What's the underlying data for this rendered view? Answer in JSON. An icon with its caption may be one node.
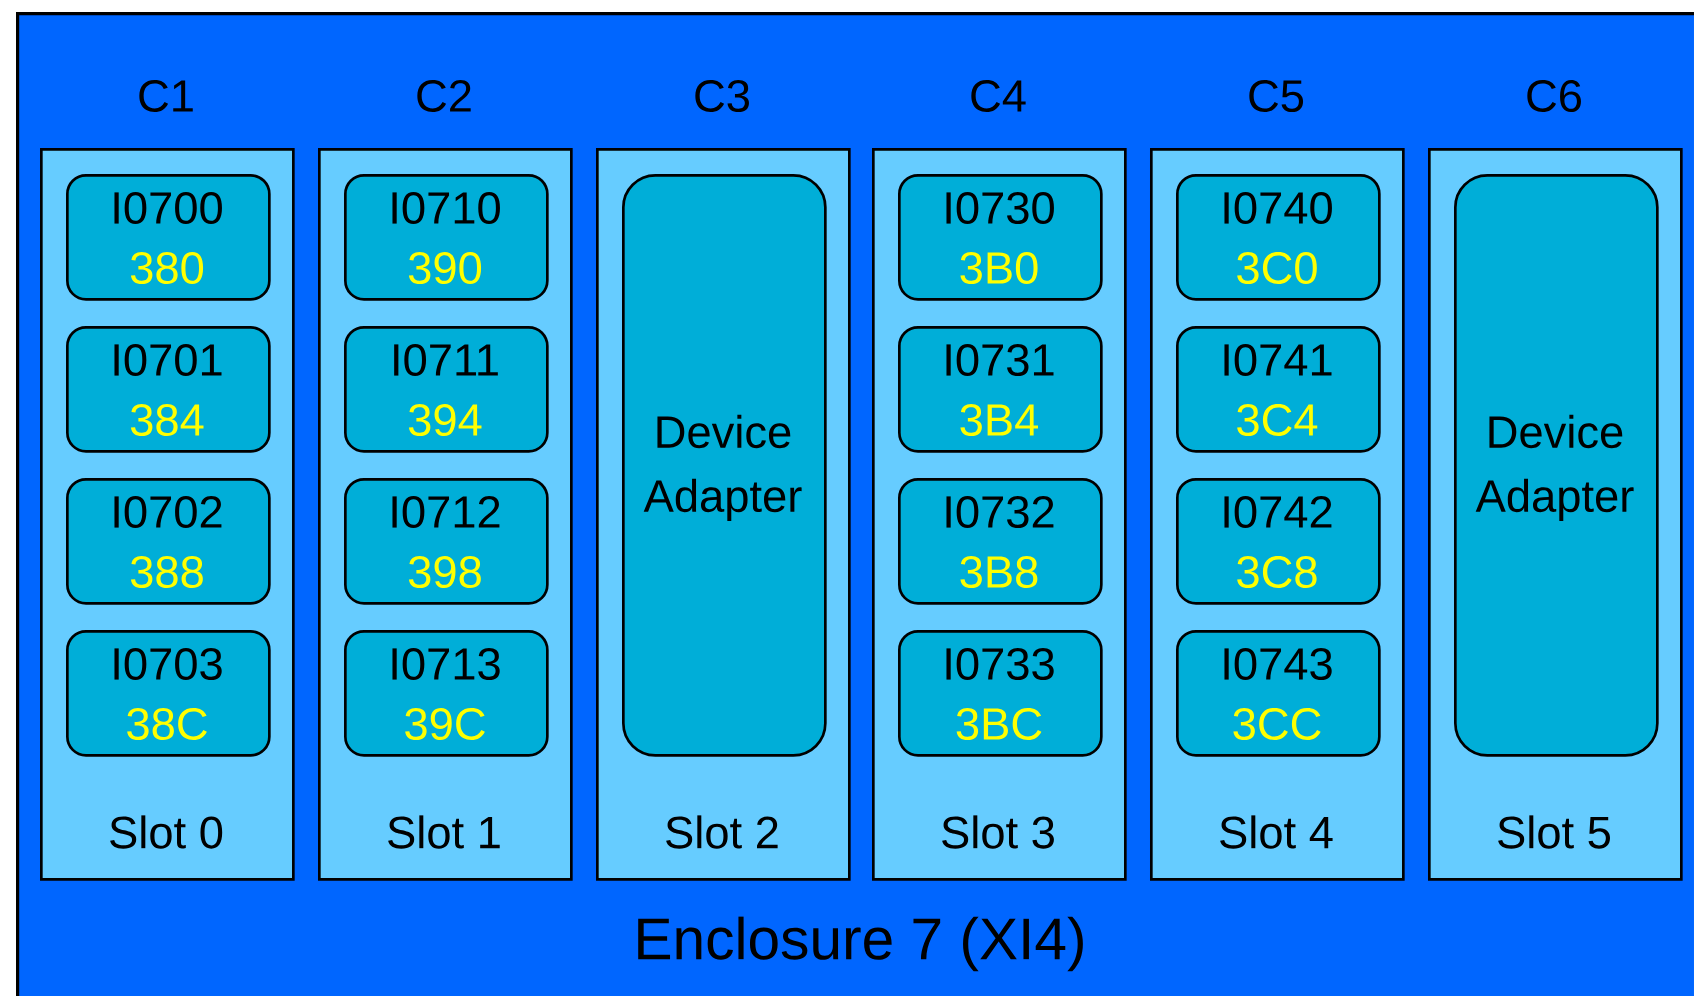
{
  "diagram": {
    "nodes": [
      {
        "text": [
          "Enclosure 7 (XI4)"
        ]
      },
      {
        "text": [
          "C1",
          "Slot 0"
        ],
        "in": 0
      },
      {
        "text": [
          "I0700",
          "380"
        ],
        "in": 1
      },
      {
        "text": [
          "I0701",
          "384"
        ],
        "in": 1
      },
      {
        "text": [
          "I0702",
          "388"
        ],
        "in": 1
      },
      {
        "text": [
          "I0703",
          "38C"
        ],
        "in": 1
      },
      {
        "text": [
          "C2",
          "Slot 1"
        ],
        "in": 0
      },
      {
        "text": [
          "I0710",
          "390"
        ],
        "in": 6
      },
      {
        "text": [
          "I0711",
          "394"
        ],
        "in": 6
      },
      {
        "text": [
          "I0712",
          "398"
        ],
        "in": 6
      },
      {
        "text": [
          "I0713",
          "39C"
        ],
        "in": 6
      },
      {
        "text": [
          "C3",
          "Slot 2"
        ],
        "in": 0
      },
      {
        "text": [
          "Device Adapter"
        ],
        "in": 11
      },
      {
        "text": [
          "C4",
          "Slot 3"
        ],
        "in": 0
      },
      {
        "text": [
          "I0730",
          "3B0"
        ],
        "in": 13
      },
      {
        "text": [
          "I0731",
          "3B4"
        ],
        "in": 13
      },
      {
        "text": [
          "I0732",
          "3B8"
        ],
        "in": 13
      },
      {
        "text": [
          "I0733",
          "3BC"
        ],
        "in": 13
      },
      {
        "text": [
          "C5",
          "Slot 4"
        ],
        "in": 0
      },
      {
        "text": [
          "I0740",
          "3C0"
        ],
        "in": 18
      },
      {
        "text": [
          "I0741",
          "3C4"
        ],
        "in": 18
      },
      {
        "text": [
          "I0742",
          "3C8"
        ],
        "in": 18
      },
      {
        "text": [
          "I0743",
          "3CC"
        ],
        "in": 18
      },
      {
        "text": [
          "C6",
          "Slot 5"
        ],
        "in": 0
      },
      {
        "text": [
          "Device Adapter"
        ],
        "in": 23
      }
    ]
  }
}
